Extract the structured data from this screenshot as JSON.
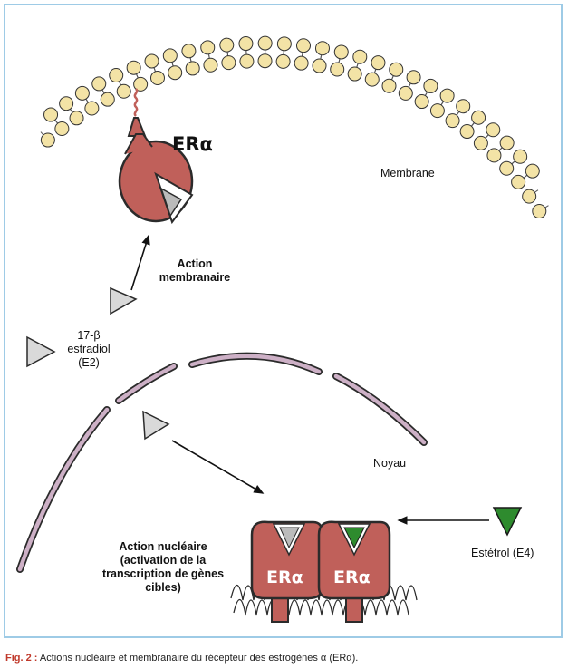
{
  "labels": {
    "membrane": "Membrane",
    "receptor": "ERα",
    "action_membranaire": "Action membranaire",
    "estradiol": "17-β estradiol (E2)",
    "noyau": "Noyau",
    "estetrol": "Estétrol (E4)",
    "action_nucleaire": "Action nucléaire (activation de la transcription de gènes cibles)",
    "receptor_nuclear_left": "ERα",
    "receptor_nuclear_right": "ERα"
  },
  "caption": {
    "figure_number": "Fig. 2 :",
    "text": "Actions nucléaire et membranaire du récepteur des estrogènes α (ERα)."
  },
  "colors": {
    "receptor": "#c0605a",
    "lipid_head": "#f3e3a6",
    "nucleus_envelope": "#cdb0c6",
    "estradiol": "#d9d9d9",
    "estetrol": "#2e8b2e"
  }
}
